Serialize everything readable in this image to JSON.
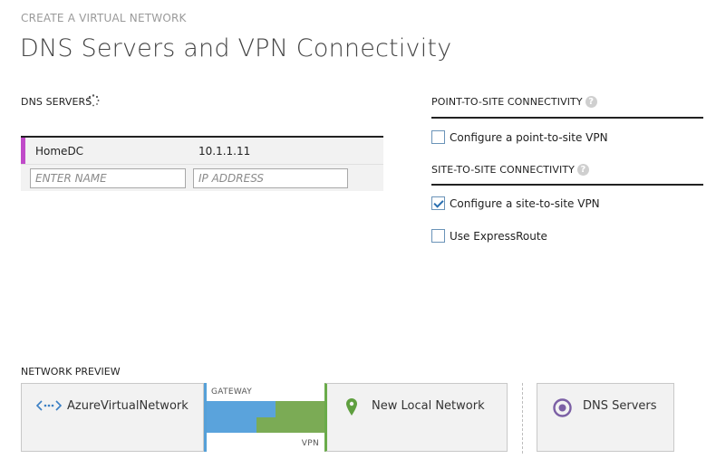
{
  "header": {
    "eyebrow": "CREATE A VIRTUAL NETWORK",
    "title": "DNS Servers and VPN Connectivity"
  },
  "dns": {
    "section_label": "DNS SERVERS",
    "entries": [
      {
        "name": "HomeDC",
        "ip": "10.1.1.11"
      }
    ],
    "name_placeholder": "ENTER NAME",
    "ip_placeholder": "IP ADDRESS",
    "accent_color": "#c04bc9"
  },
  "point_to_site": {
    "section_label": "POINT-TO-SITE CONNECTIVITY",
    "help_glyph": "?",
    "option_label": "Configure a point-to-site VPN",
    "checked": false
  },
  "site_to_site": {
    "section_label": "SITE-TO-SITE CONNECTIVITY",
    "help_glyph": "?",
    "option_label": "Configure a site-to-site VPN",
    "checked": true,
    "expressroute_label": "Use ExpressRoute",
    "expressroute_checked": false
  },
  "preview": {
    "section_label": "NETWORK PREVIEW",
    "virtual_network_name": "AzureVirtualNetwork",
    "gateway_label": "GATEWAY",
    "vpn_label": "VPN",
    "local_network_name": "New Local Network",
    "dns_servers_label": "DNS Servers",
    "colors": {
      "azure_blue": "#55a0d8",
      "local_green": "#6aab4a",
      "dns_purple": "#7b5fa5"
    }
  }
}
